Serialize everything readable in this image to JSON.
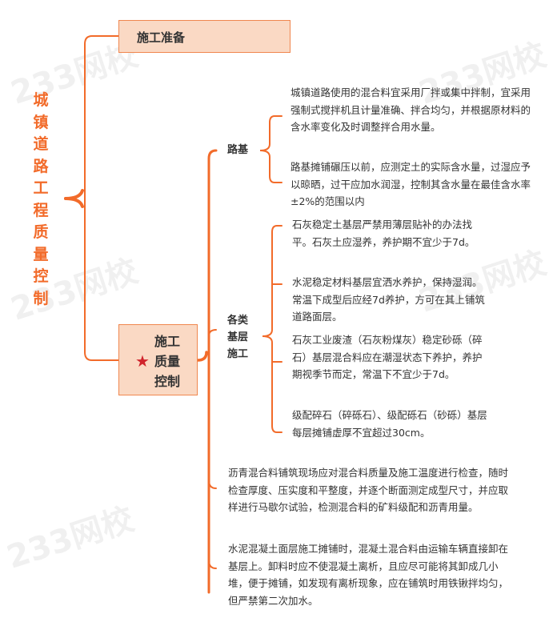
{
  "root": {
    "title": "城镇道路工程质量控制"
  },
  "branches": {
    "prep": {
      "label": "施工准备"
    },
    "qc": {
      "label_lines": [
        "施工",
        "质量",
        "控制"
      ],
      "marker": "star-icon",
      "subgrade": {
        "label": "路基",
        "items": [
          "城镇道路使用的混合料宜采用厂拌或集中拌制，宜采用强制式搅拌机且计量准确、拌合均匀，并根据原材料的含水率变化及时调整拌合用水量。",
          "路基摊铺碾压以前，应测定土的实际含水量，过湿应予以晾晒，过干应加水润湿，控制其含水量在最佳含水率±2%的范围以内"
        ]
      },
      "base": {
        "label_lines": [
          "各类",
          "基层",
          "施工"
        ],
        "items": [
          "石灰稳定土基层严禁用薄层贴补的办法找平。石灰土应湿养，养护期不宜少于7d。",
          "水泥稳定材料基层宜洒水养护，保持湿润。常温下成型后应经7d养护，方可在其上铺筑道路面层。",
          "石灰工业废渣（石灰粉煤灰）稳定砂砾（碎石）基层混合料应在潮湿状态下养护，养护期视季节而定，常温下不宜少于7d。",
          "级配碎石（碎砾石）、级配砾石（砂砾）基层每层摊铺虚厚不宜超过30cm。"
        ]
      },
      "asphalt": "沥青混合料铺筑现场应对混合料质量及施工温度进行检查，随时检查厚度、压实度和平整度，并逐个断面测定成型尺寸，并应取样进行马歇尔试验，检测混合料的矿料级配和沥青用量。",
      "concrete": "水泥混凝土面层施工摊铺时，混凝土混合料由运输车辆直接卸在基层上。卸料时应不使混凝土离析，且应尽可能将其卸成几小堆，便于摊铺，如发现有离析现象，应在铺筑时用铁锹拌均匀，但严禁第二次加水。"
    }
  },
  "watermark": "233网校",
  "colors": {
    "line": "#f26b2a",
    "box_fill": "#fad9c4",
    "star": "#d0242c"
  }
}
